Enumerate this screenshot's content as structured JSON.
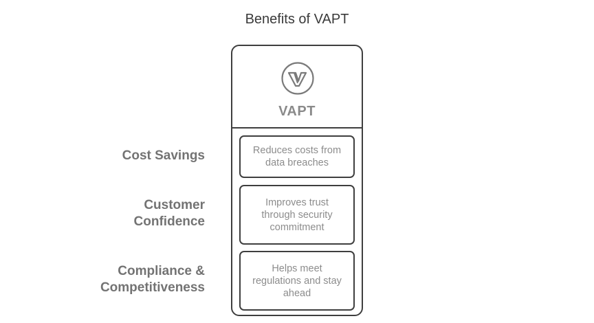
{
  "title": "Benefits of VAPT",
  "column": {
    "logo_icon": "vapt-logo-icon",
    "name": "VAPT"
  },
  "benefits": [
    {
      "label_line1": "Cost Savings",
      "label_line2": "",
      "description": "Reduces costs from data breaches"
    },
    {
      "label_line1": "Customer",
      "label_line2": "Confidence",
      "description": "Improves trust through security commitment"
    },
    {
      "label_line1": "Compliance &",
      "label_line2": "Competitiveness",
      "description": "Helps meet regulations and stay ahead"
    }
  ],
  "colors": {
    "border": "#3e3e3e",
    "label_text": "#737373",
    "card_text": "#8c8c8c",
    "title_text": "#3a3a3a"
  }
}
